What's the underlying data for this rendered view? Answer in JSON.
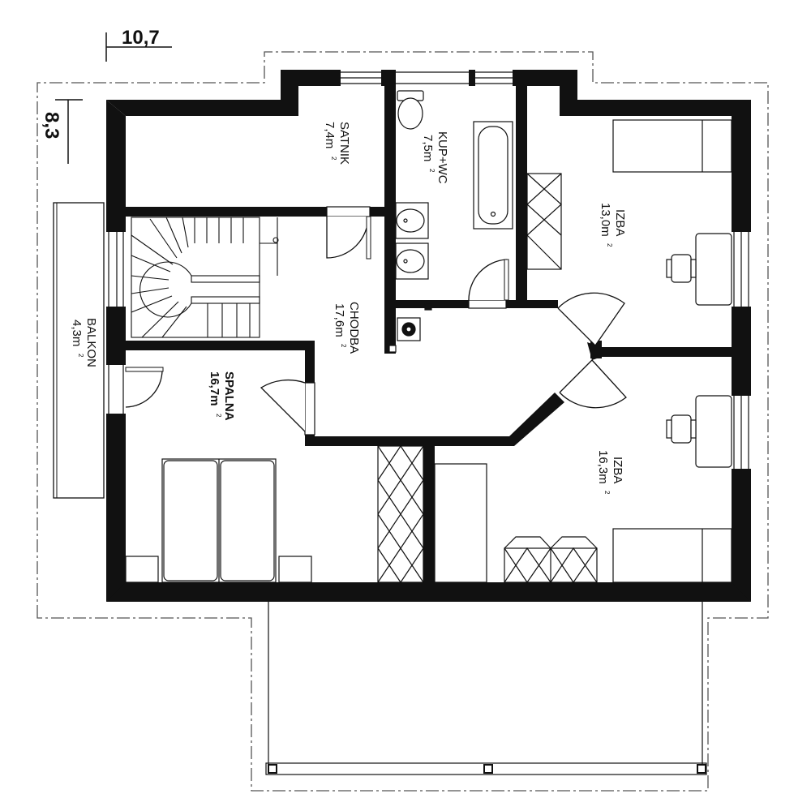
{
  "dimensions": {
    "width_label": "10,7",
    "depth_label": "8,3"
  },
  "rooms": {
    "satnik": {
      "name": "SATNIK",
      "area": "7,4m",
      "unit_sup": "2"
    },
    "kupwc": {
      "name": "KUP+WC",
      "area": "7,5m",
      "unit_sup": "2"
    },
    "izba1": {
      "name": "IZBA",
      "area": "13,0m",
      "unit_sup": "2"
    },
    "chodba": {
      "name": "CHODBA",
      "area": "17,6m",
      "unit_sup": "2"
    },
    "balkon": {
      "name": "BALKON",
      "area": "4,3m",
      "unit_sup": "2"
    },
    "spalna": {
      "name": "SPALNA",
      "area": "16,7m",
      "unit_sup": "2"
    },
    "izba2": {
      "name": "IZBA",
      "area": "16,3m",
      "unit_sup": "2"
    }
  },
  "colors": {
    "wall": "#111111",
    "line": "#111111",
    "outline_dashed": "#555555",
    "background": "#ffffff"
  }
}
